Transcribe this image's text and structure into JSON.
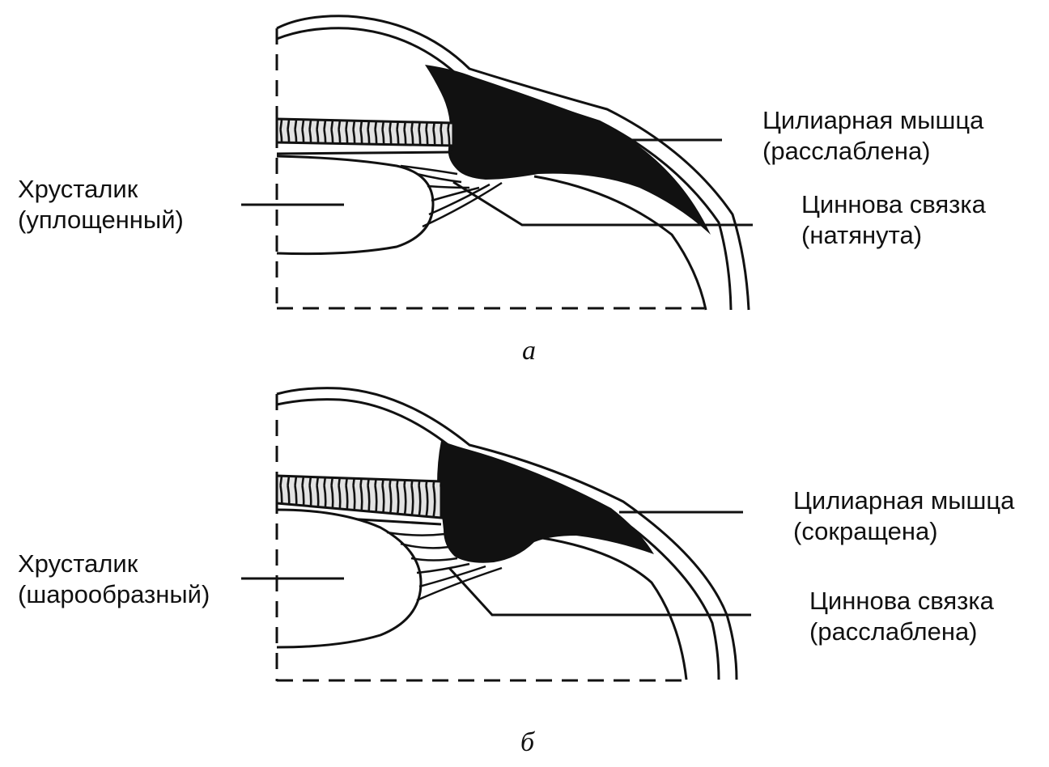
{
  "panels": [
    {
      "id": "a",
      "caption": "а",
      "lens": {
        "line1": "Хрусталик",
        "line2": "(уплощенный)"
      },
      "muscle": {
        "line1": "Цилиарная мышца",
        "line2": "(расслаблена)"
      },
      "ligament": {
        "line1": "Циннова связка",
        "line2": "(натянута)"
      }
    },
    {
      "id": "b",
      "caption": "б",
      "lens": {
        "line1": "Хрусталик",
        "line2": "(шарообразный)"
      },
      "muscle": {
        "line1": "Цилиарная мышца",
        "line2": "(сокращена)"
      },
      "ligament": {
        "line1": "Циннова связка",
        "line2": "(расслаблена)"
      }
    }
  ],
  "colors": {
    "ink": "#111111",
    "paper": "#ffffff",
    "iris_fill": "#d9d9d9"
  }
}
